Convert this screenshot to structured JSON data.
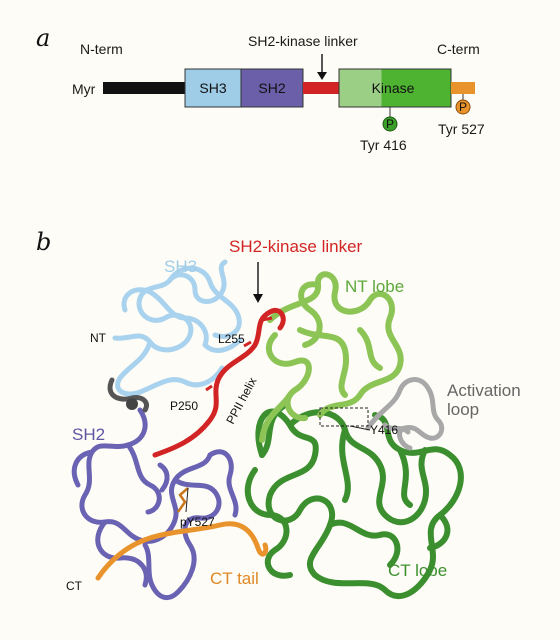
{
  "panel_a": {
    "letter": "a",
    "n_term": "N-term",
    "c_term": "C-term",
    "myr": "Myr",
    "linker_label": "SH2-kinase linker",
    "domains": {
      "sh3": "SH3",
      "sh2": "SH2",
      "kinase": "Kinase"
    },
    "phospho": "P",
    "tyr416": "Tyr 416",
    "tyr527": "Tyr 527"
  },
  "panel_b": {
    "letter": "b",
    "sh3": "SH3",
    "linker": "SH2-kinase linker",
    "nt_lobe": "NT lobe",
    "nt": "NT",
    "l255": "L255",
    "p250": "P250",
    "ppii": "PPII helix",
    "activation_line1": "Activation",
    "activation_line2": "loop",
    "y416": "Y416",
    "sh2": "SH2",
    "py527": "pY527",
    "ct": "CT",
    "ct_tail": "CT tail",
    "ct_lobe": "CT lobe"
  },
  "colors": {
    "sh3": "#9fcde8",
    "sh2": "#6a5fa8",
    "linker": "#d22424",
    "kinase_light": "#9ccf86",
    "kinase_dark": "#4fb332",
    "tail": "#e8932b",
    "ct_lobe": "#3c8f2e",
    "activation": "#a8a8a8"
  }
}
